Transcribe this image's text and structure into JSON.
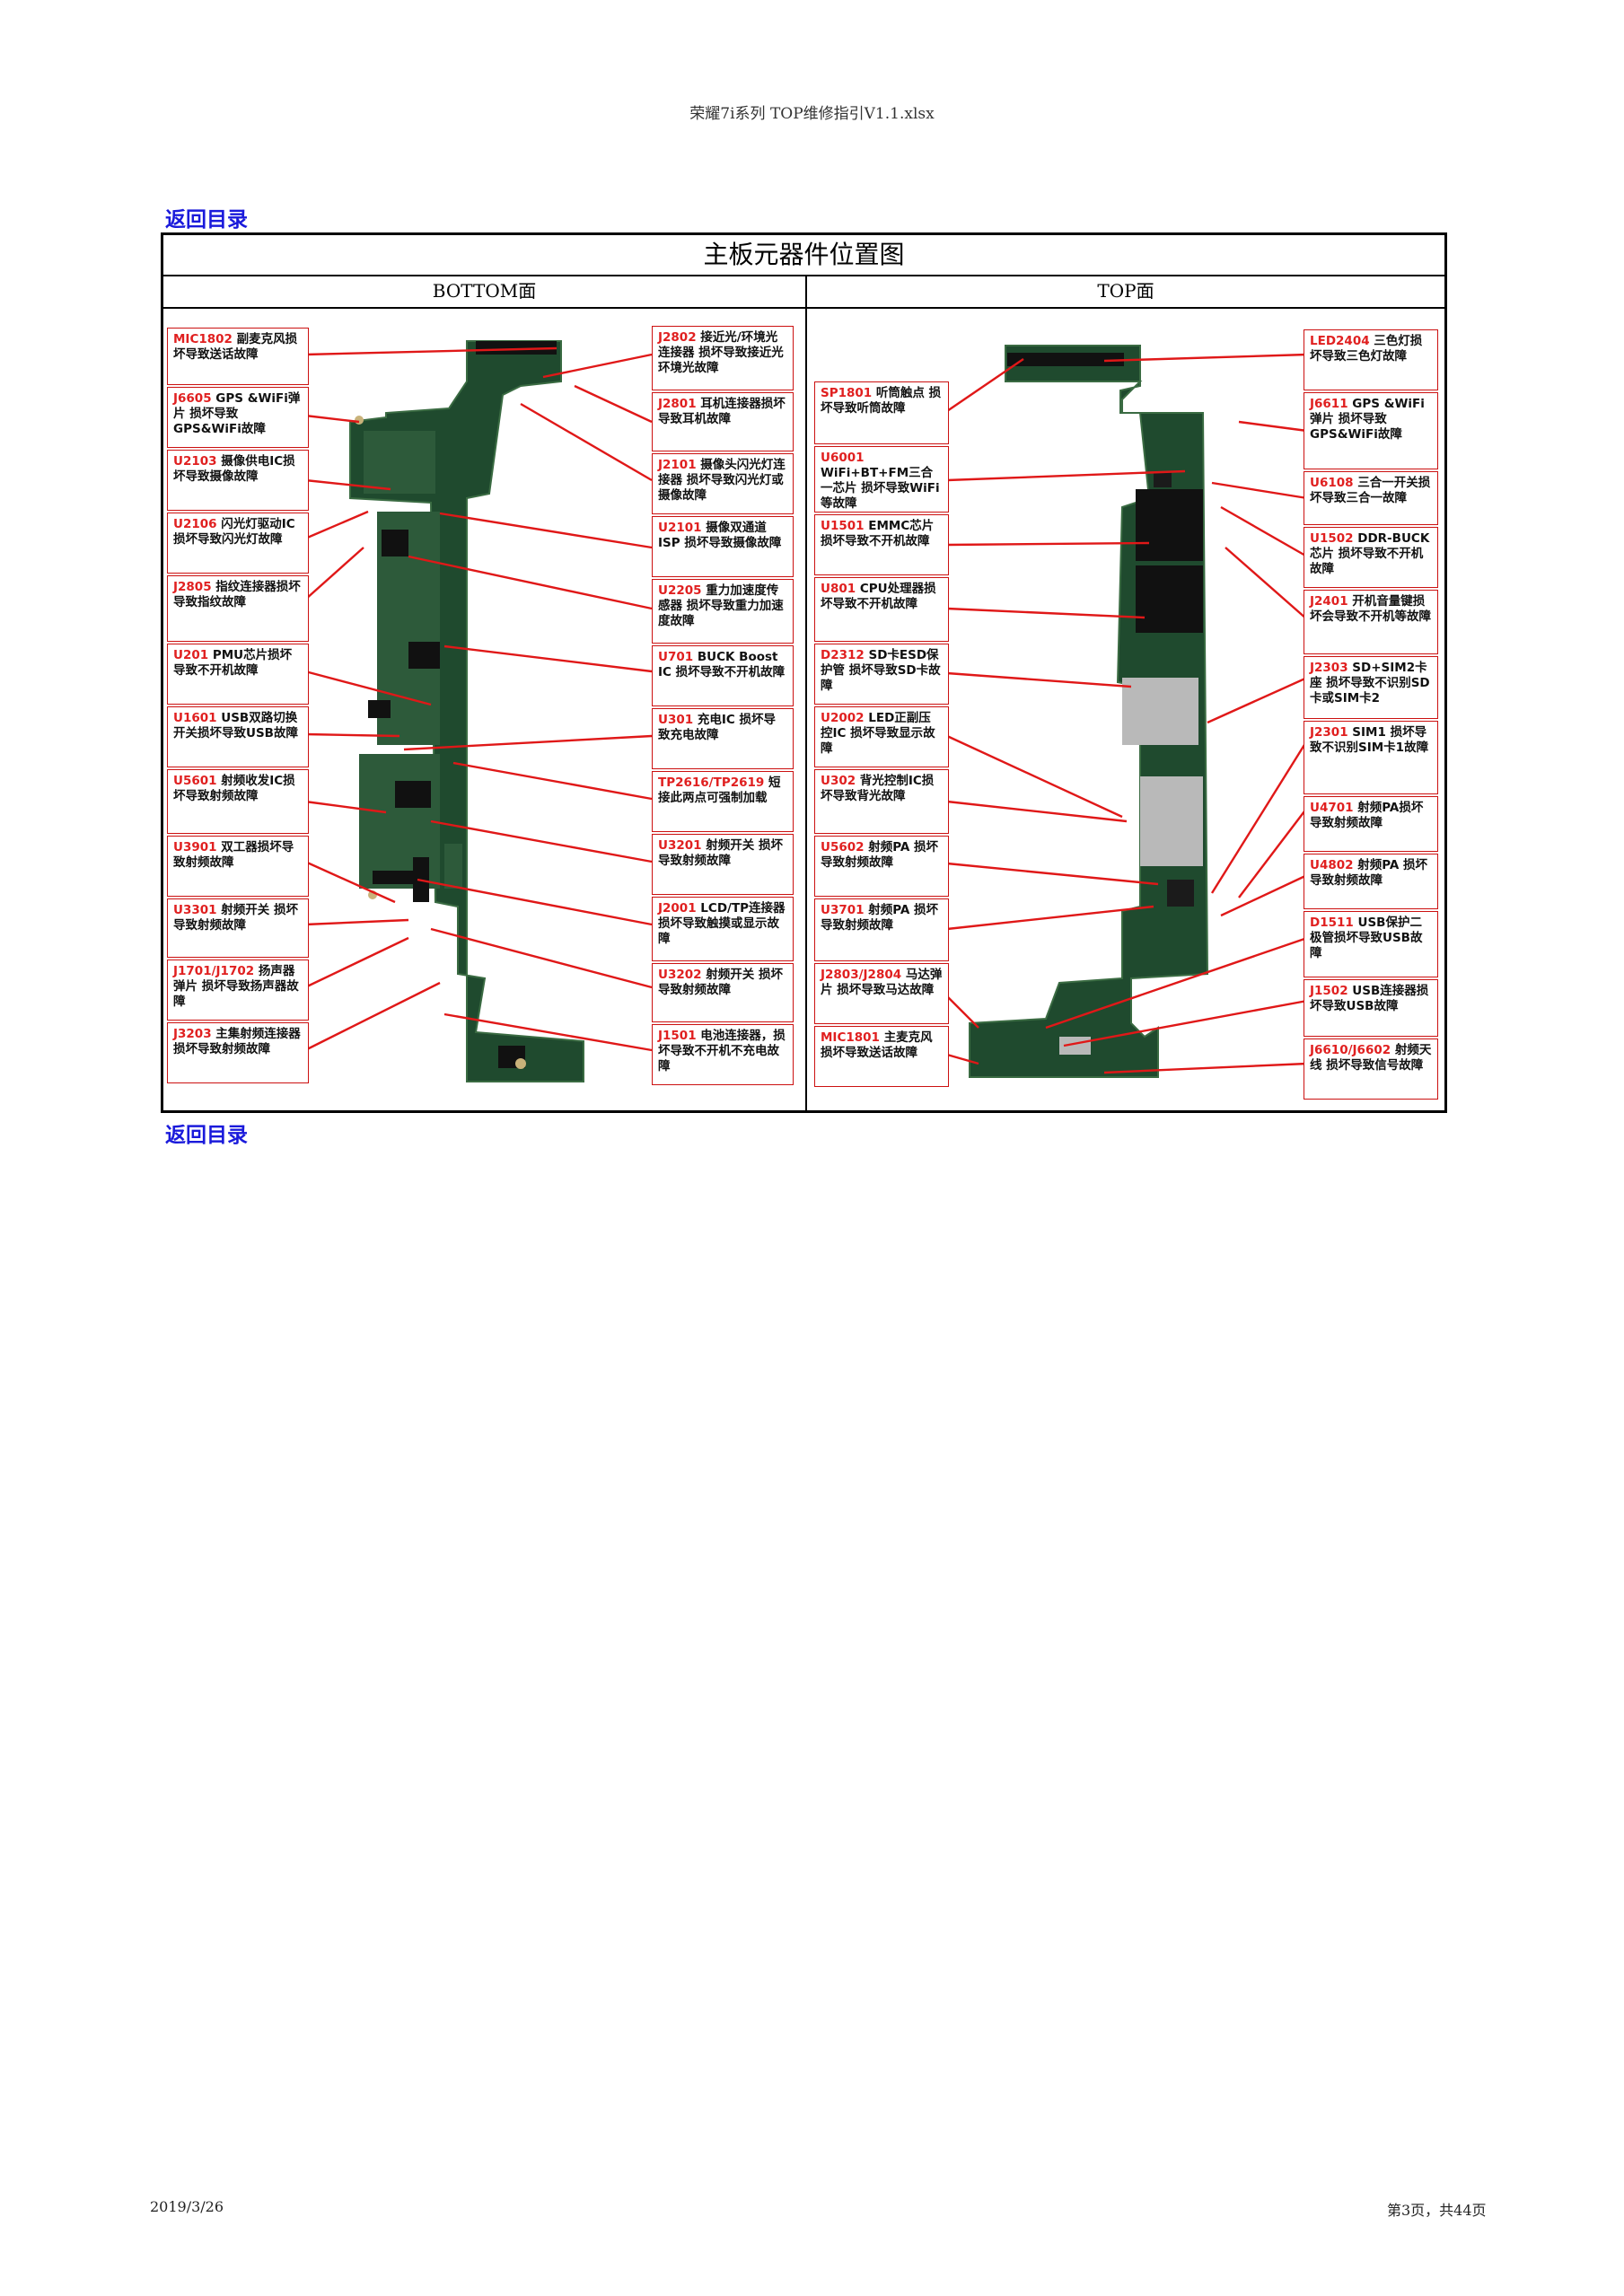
{
  "header": "荣耀7i系列 TOP维修指引V1.1.xlsx",
  "back_link": "返回目录",
  "title": "主板元器件位置图",
  "bottom_label": "BOTTOM面",
  "top_label": "TOP面",
  "footer_date": "2019/3/26",
  "footer_page": "第3页，共44页",
  "bottom_left": [
    {
      "code": "MIC1802",
      "text": " 副麦克风损坏导致送话故障"
    },
    {
      "code": "J6605",
      "text": "  GPS &WiFi弹片  损坏导致GPS&WiFi故障"
    },
    {
      "code": "U2103",
      "text": " 摄像供电IC损坏导致摄像故障"
    },
    {
      "code": "U2106",
      "text": "  闪光灯驱动IC 损坏导致闪光灯故障"
    },
    {
      "code": "J2805",
      "text": " 指纹连接器损坏导致指纹故障"
    },
    {
      "code": "U201",
      "text": "    PMU芯片损坏导致不开机故障"
    },
    {
      "code": "U1601",
      "text": "  USB双路切换开关损坏导致USB故障"
    },
    {
      "code": "U5601",
      "text": "  射频收发IC损坏导致射频故障"
    },
    {
      "code": "U3901",
      "text": " 双工器损坏导致射频故障"
    },
    {
      "code": "U3301",
      "text": "   射频开关 损坏导致射频故障"
    },
    {
      "code": "J1701/J1702",
      "text": "  扬声器弹片 损坏导致扬声器故障"
    },
    {
      "code": "J3203",
      "text": "    主集射频连接器 损坏导致射频故障"
    }
  ],
  "bottom_right": [
    {
      "code": "J2802",
      "text": "   接近光/环境光连接器  损坏导致接近光环境光故障"
    },
    {
      "code": "J2801",
      "text": "  耳机连接器损坏导致耳机故障"
    },
    {
      "code": "J2101",
      "text": " 摄像头闪光灯连接器  损坏导致闪光灯或摄像故障"
    },
    {
      "code": "U2101",
      "text": " 摄像双通道ISP 损坏导致摄像故障"
    },
    {
      "code": "U2205",
      "text": " 重力加速度传感器  损坏导致重力加速度故障"
    },
    {
      "code": "U701",
      "text": " BUCK Boost IC 损坏导致不开机故障"
    },
    {
      "code": "U301",
      "text": " 充电IC 损坏导致充电故障"
    },
    {
      "code": "TP2616/TP2619",
      "text": " 短接此两点可强制加载"
    },
    {
      "code": "U3201",
      "text": " 射频开关  损坏导致射频故障"
    },
    {
      "code": "J2001",
      "text": " LCD/TP连接器  损坏导致触摸或显示故障"
    },
    {
      "code": "U3202",
      "text": "  射频开关  损坏导致射频故障"
    },
    {
      "code": "J1501",
      "text": " 电池连接器，损坏导致不开机不充电故障"
    }
  ],
  "top_left": [
    {
      "code": "SP1801",
      "text": "  听筒触点  损坏导致听筒故障"
    },
    {
      "code": "U6001",
      "text": " WiFi+BT+FM三合一芯片 损坏导致WiFi等故障"
    },
    {
      "code": "U1501",
      "text": " EMMC芯片  损坏导致不开机故障"
    },
    {
      "code": "U801",
      "text": " CPU处理器损坏导致不开机故障"
    },
    {
      "code": "D2312",
      "text": "  SD卡ESD保护管  损坏导致SD卡故障"
    },
    {
      "code": "U2002",
      "text": " LED正副压控IC 损坏导致显示故障"
    },
    {
      "code": "U302",
      "text": " 背光控制IC损坏导致背光故障"
    },
    {
      "code": "U5602",
      "text": " 射频PA 损坏导致射频故障"
    },
    {
      "code": "U3701",
      "text": " 射频PA 损坏导致射频故障"
    },
    {
      "code": "J2803/J2804",
      "text": " 马达弹片 损坏导致马达故障"
    },
    {
      "code": "MIC1801",
      "text": " 主麦克风损坏导致送话故障"
    }
  ],
  "top_right": [
    {
      "code": "LED2404",
      "text": " 三色灯损坏导致三色灯故障"
    },
    {
      "code": "J6611",
      "text": " GPS &WiFi  弹片  损坏导致GPS&WiFi故障"
    },
    {
      "code": "U6108",
      "text": " 三合一开关损坏导致三合一故障"
    },
    {
      "code": "U1502",
      "text": "  DDR-BUCK 芯片 损坏导致不开机故障"
    },
    {
      "code": "J2401",
      "text": " 开机音量键损坏会导致不开机等故障"
    },
    {
      "code": "J2303",
      "text": "  SD+SIM2卡座 损坏导致不识别SD卡或SIM卡2"
    },
    {
      "code": "J2301",
      "text": " SIM1 损坏导致不识别SIM卡1故障"
    },
    {
      "code": "U4701",
      "text": " 射频PA损坏导致射频故障"
    },
    {
      "code": "U4802",
      "text": " 射频PA  损坏导致射频故障"
    },
    {
      "code": "D1511",
      "text": "  USB保护二极管损坏导致USB故障"
    },
    {
      "code": "J1502",
      "text": "  USB连接器损坏导致USB故障"
    },
    {
      "code": "J6610/J6602",
      "text": " 射频天线 损坏导致信号故障"
    }
  ],
  "colors": {
    "label_code": "#e02020",
    "link": "#1a1adb",
    "leader": "#e01818",
    "pcb": "#1f4a2e"
  }
}
